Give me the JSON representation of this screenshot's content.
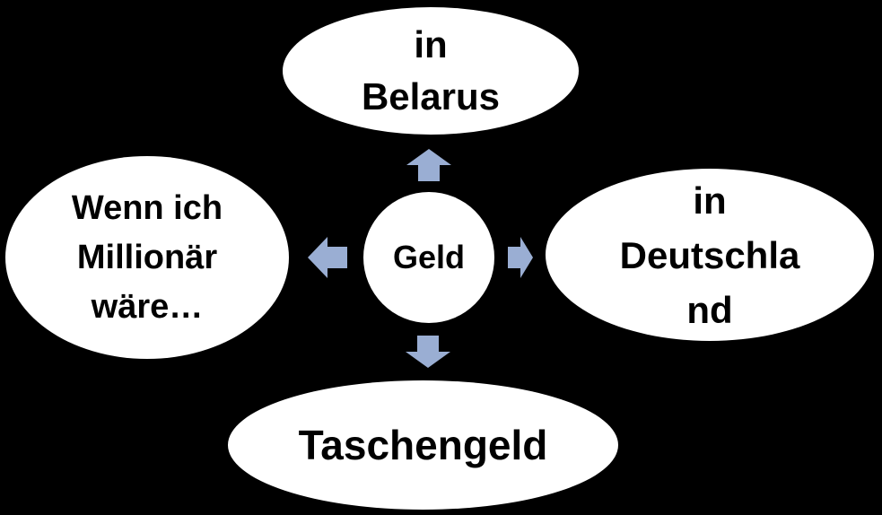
{
  "diagram": {
    "center": {
      "label": "Geld"
    },
    "nodes": {
      "top": {
        "label": "in\nBelarus"
      },
      "right": {
        "label": "in\nDeutschla\nnd"
      },
      "left": {
        "label": "Wenn ich\nMillionär\nwäre…"
      },
      "bottom": {
        "label": "Taschengeld"
      }
    },
    "arrows": [
      {
        "direction": "up"
      },
      {
        "direction": "right"
      },
      {
        "direction": "down"
      },
      {
        "direction": "left"
      }
    ]
  },
  "colors": {
    "background": "#000000",
    "node_fill": "#ffffff",
    "text": "#000000",
    "arrow_fill": "#9aaed3"
  }
}
